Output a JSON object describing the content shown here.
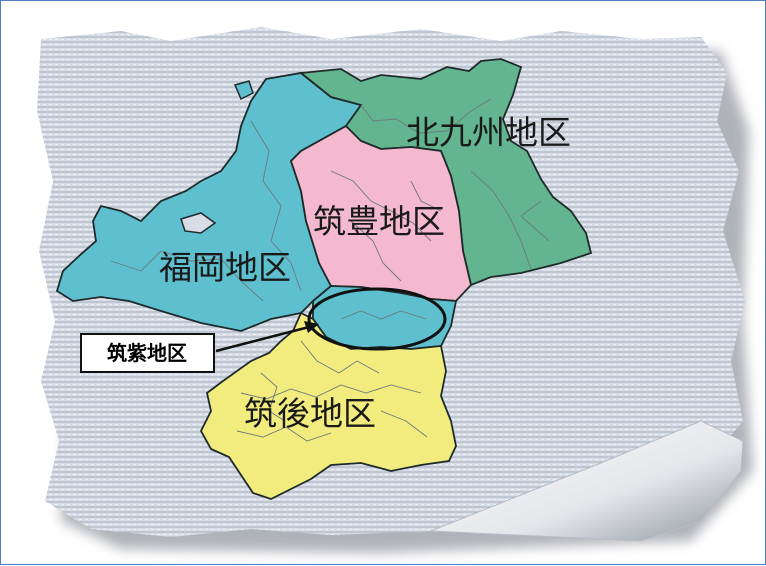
{
  "map": {
    "regions": [
      {
        "id": "kitakyushu",
        "label": "北九州地区",
        "color": "#62b58f"
      },
      {
        "id": "chikuho",
        "label": "筑豊地区",
        "color": "#f4b8cf"
      },
      {
        "id": "fukuoka",
        "label": "福岡地区",
        "color": "#5ec0cf"
      },
      {
        "id": "chikushi",
        "label": "筑紫地区",
        "color": "#5ec0cf"
      },
      {
        "id": "chikugo",
        "label": "筑後地区",
        "color": "#f2ec7e"
      }
    ],
    "callout": {
      "label": "筑紫地区"
    },
    "paper_color": "#c9d0dc",
    "boundary_color": "#1f2a2a"
  }
}
